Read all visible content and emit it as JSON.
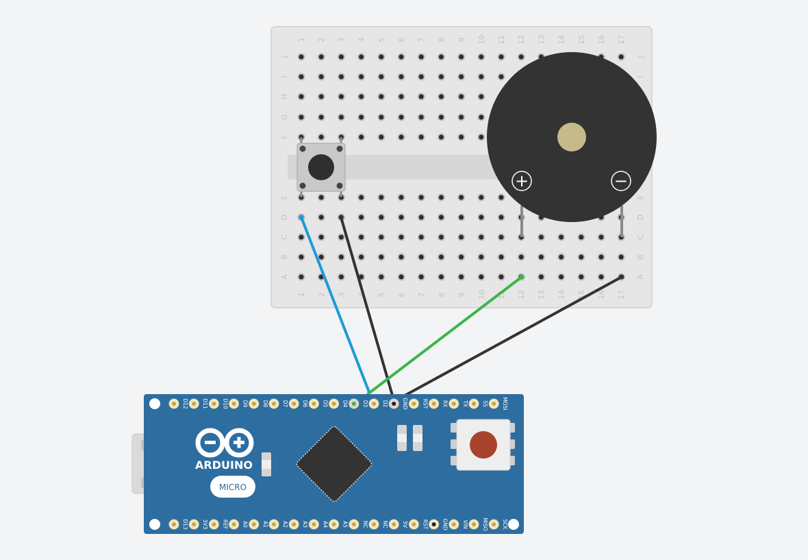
{
  "breadboard": {
    "columns": [
      "1",
      "2",
      "3",
      "4",
      "5",
      "6",
      "7",
      "8",
      "9",
      "10",
      "11",
      "12",
      "13",
      "14",
      "15",
      "16",
      "17"
    ],
    "rows_top": [
      "J",
      "I",
      "H",
      "G",
      "F"
    ],
    "rows_bottom": [
      "E",
      "D",
      "C",
      "B",
      "A"
    ],
    "colors": {
      "body": "#e6e6e6",
      "edge": "#d6d6d6",
      "hole": "#2c2c2c",
      "label": "#c2c2c2"
    }
  },
  "button": {
    "colors": {
      "body": "#c9c9c9",
      "cap": "#2f2f2f"
    }
  },
  "buzzer": {
    "plus_label": "+",
    "minus_label": "−",
    "colors": {
      "body": "#333333",
      "center": "#c7b98a"
    }
  },
  "arduino": {
    "brand": "ARDUINO",
    "model": "MICRO",
    "top_pins": [
      "D12",
      "D11",
      "D10",
      "D9",
      "D8",
      "D7",
      "D6",
      "D5",
      "D4",
      "D3",
      "D2",
      "GND",
      "RST",
      "RX",
      "TX",
      "SS",
      "MOSI"
    ],
    "bottom_pins": [
      "D13",
      "3V3",
      "REF",
      "A0",
      "A1",
      "A2",
      "A3",
      "A4",
      "A5",
      "NC",
      "NC",
      "5V",
      "RST",
      "GND",
      "VIN",
      "MISO",
      "SCK"
    ],
    "colors": {
      "board": "#2e6da0",
      "chip": "#333333",
      "reset": "#a8432c",
      "usb": "#dadada"
    }
  },
  "wires": [
    {
      "id": "button-to-d3",
      "color": "#1e9bd7"
    },
    {
      "id": "button-to-gnd",
      "color": "#333333"
    },
    {
      "id": "buzzer-plus-to-d2",
      "color": "#3cb54a"
    },
    {
      "id": "buzzer-minus-to-gnd",
      "color": "#333333"
    }
  ]
}
